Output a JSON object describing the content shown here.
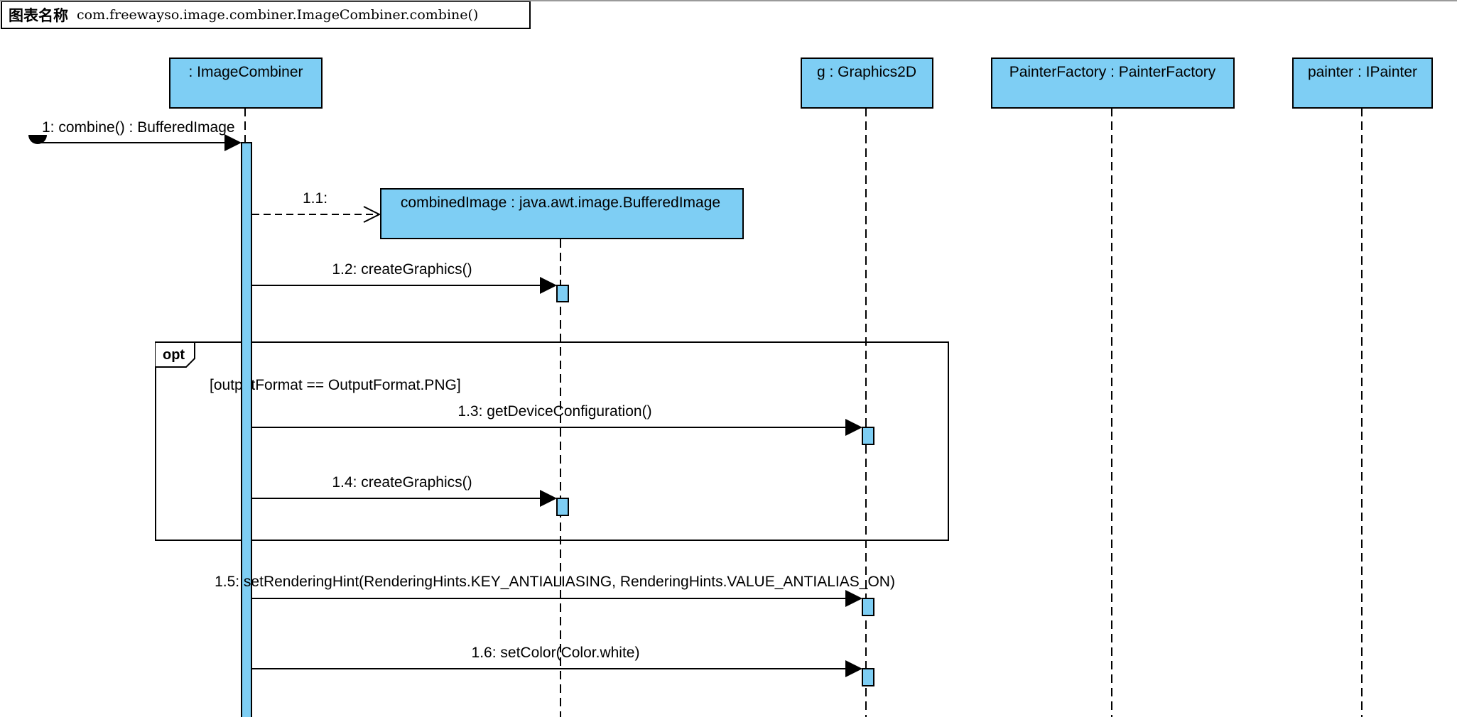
{
  "title": {
    "label": "图表名称",
    "value": "com.freewayso.image.combiner.ImageCombiner.combine()"
  },
  "lifelines": {
    "image_combiner": ": ImageCombiner",
    "combined_image": "combinedImage : java.awt.image.BufferedImage",
    "graphics": "g : Graphics2D",
    "painter_factory": "PainterFactory : PainterFactory",
    "painter": "painter : IPainter"
  },
  "messages": {
    "m1": "1: combine() : BufferedImage",
    "m1_1": "1.1:",
    "m1_2": "1.2: createGraphics()",
    "m1_3": "1.3: getDeviceConfiguration()",
    "m1_4": "1.4: createGraphics()",
    "m1_5": "1.5: setRenderingHint(RenderingHints.KEY_ANTIALIASING, RenderingHints.VALUE_ANTIALIAS_ON)",
    "m1_6": "1.6: setColor(Color.white)"
  },
  "fragment": {
    "operator": "opt",
    "guard": "[outputFormat == OutputFormat.PNG]"
  },
  "colors": {
    "fill": "#7ecef4",
    "line": "#000000"
  }
}
